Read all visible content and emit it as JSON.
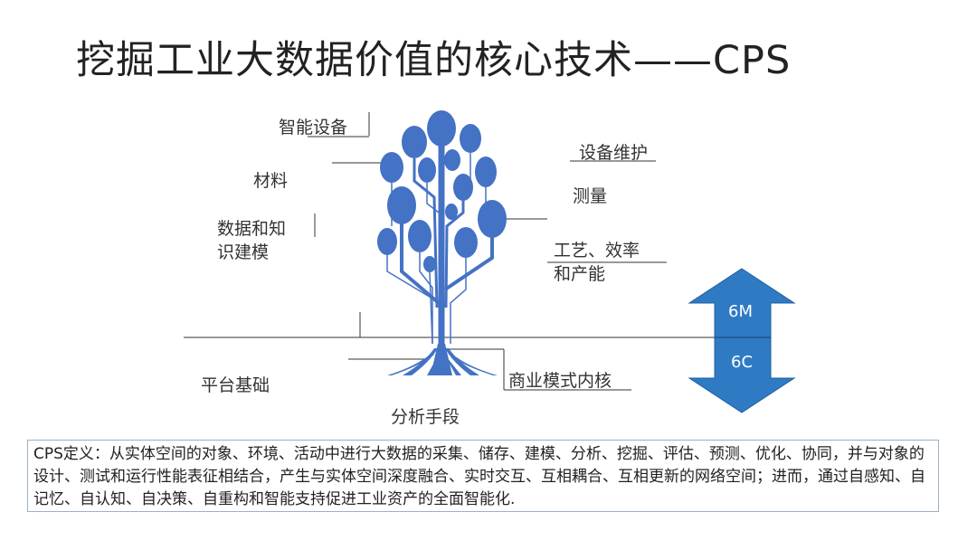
{
  "title": "挖掘工业大数据价值的核心技术——CPS",
  "labels": {
    "smart_devices": "智能设备",
    "materials": "材料",
    "data_knowledge_1": "数据和知",
    "data_knowledge_2": "识建模",
    "equipment_maintenance": "设备维护",
    "measurement": "测量",
    "process_efficiency_1": "工艺、效率",
    "process_efficiency_2": "和产能",
    "platform": "平台基础",
    "business_core": "商业模式内核",
    "analysis": "分析手段"
  },
  "arrow": {
    "top": "6M",
    "bottom": "6C",
    "color": "#2e7bc4"
  },
  "tree_color": "#4472c4",
  "definition": "CPS定义：从实体空间的对象、环境、活动中进行大数据的采集、储存、建模、分析、挖掘、评估、预测、优化、协同，并与对象的设计、测试和运行性能表征相结合，产生与实体空间深度融合、实时交互、互相耦合、互相更新的网络空间；进而，通过自感知、自记忆、自认知、自决策、自重构和智能支持促进工业资产的全面智能化."
}
